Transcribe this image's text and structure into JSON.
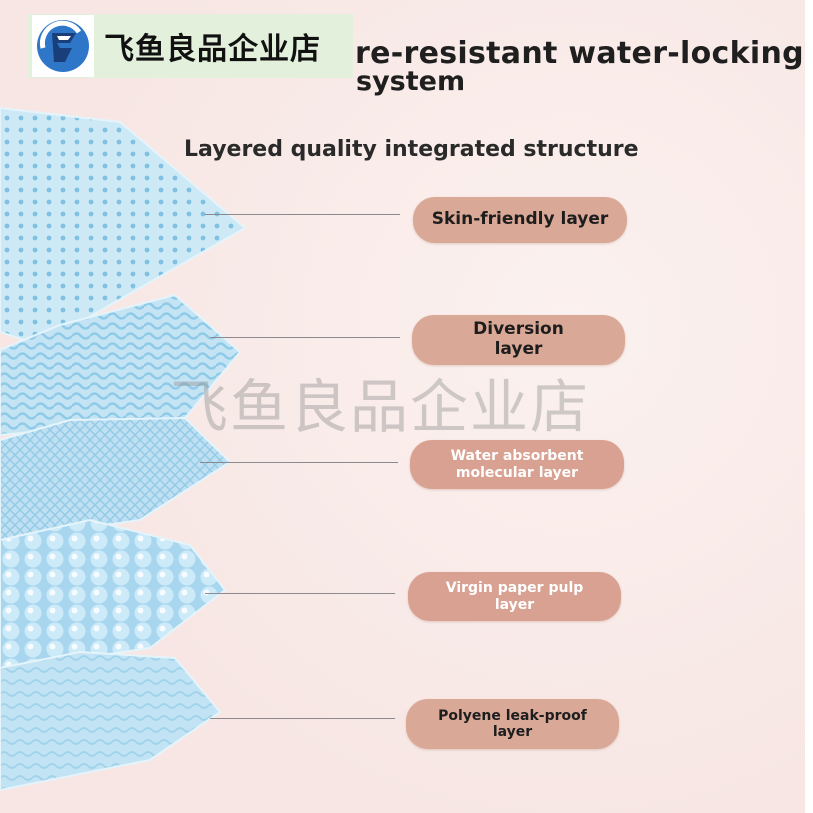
{
  "store": {
    "name": "飞鱼良品企业店",
    "logo_icon": "store-logo-icon",
    "badge_color": "#e3f0dc"
  },
  "title": {
    "line1": "re-resistant water-locking",
    "line2": "system"
  },
  "subtitle": "Layered quality integrated structure",
  "watermark": "飞鱼良品企业店",
  "layers": [
    {
      "line1": "Skin-friendly layer",
      "line2": ""
    },
    {
      "line1": "Diversion",
      "line2": "layer"
    },
    {
      "line1": "Water absorbent",
      "line2": "molecular layer"
    },
    {
      "line1": "Virgin paper pulp",
      "line2": "layer"
    },
    {
      "line1": "Polyene leak-proof",
      "line2": "layer"
    }
  ],
  "colors": {
    "background": "#f9ecea",
    "pill": "#d9a897",
    "layer_blue": "#bfe2f3",
    "layer_blue_dark": "#8ec9e6"
  }
}
